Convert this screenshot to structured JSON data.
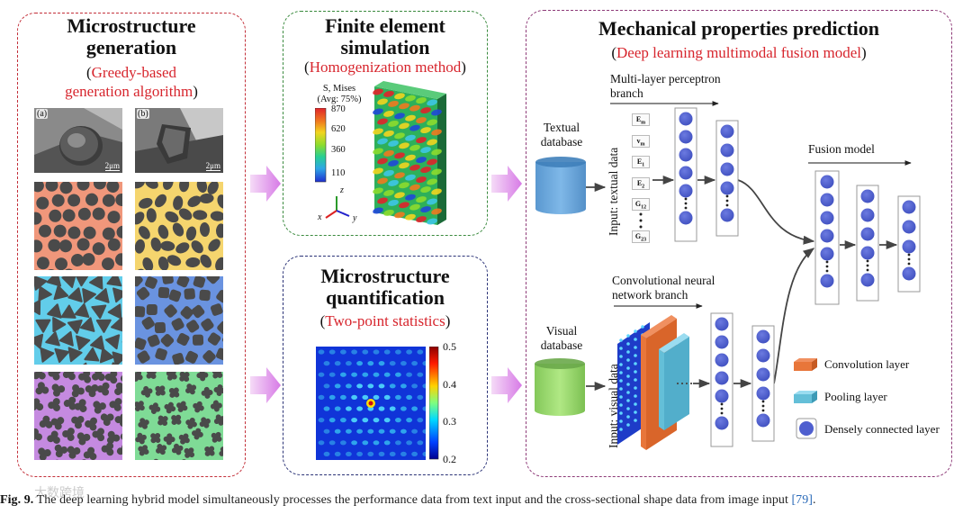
{
  "sections": {
    "gen": {
      "title_line1": "Microstructure",
      "title_line2": "generation",
      "sub_line1_pre": "(",
      "sub_line1_red": "Greedy-based",
      "sub_line2_red": "generation algorithm",
      "sub_line2_post": ")",
      "sem_a_tag": "(a)",
      "sem_b_tag": "(b)",
      "sem_scale": "2μm",
      "panel_colors": [
        "#f0977b",
        "#f5d56e",
        "#62cdea",
        "#6a93e0",
        "#c58ae0",
        "#7fdb96"
      ]
    },
    "fem": {
      "title_line1": "Finite element",
      "title_line2": "simulation",
      "sub_pre": "(",
      "sub_red": "Homogenization method",
      "sub_post": ")",
      "legend_title1": "S, Mises",
      "legend_title2": "(Avg: 75%)",
      "legend_ticks": [
        "870",
        "620",
        "360",
        "110"
      ],
      "axis_x": "x",
      "axis_y": "y",
      "axis_z": "z"
    },
    "quant": {
      "title_line1": "Microstructure",
      "title_line2": "quantification",
      "sub_pre": "(",
      "sub_red": "Two-point statistics",
      "sub_post": ")",
      "colorbar_ticks": [
        "0.5",
        "0.4",
        "0.3",
        "0.2"
      ]
    },
    "pred": {
      "title": "Mechanical properties prediction",
      "sub_pre": "(",
      "sub_red": "Deep learning multimodal fusion model",
      "sub_post": ")",
      "mlp_label_line1": "Multi-layer perceptron",
      "mlp_label_line2": "branch",
      "cnn_label_line1": "Convolutional neural",
      "cnn_label_line2": "network branch",
      "fusion_label": "Fusion model",
      "textual_db_line1": "Textual",
      "textual_db_line2": "database",
      "visual_db_line1": "Visual",
      "visual_db_line2": "database",
      "input_textual": "Input: textual data",
      "input_visual": "Input: visual data",
      "params": [
        "Em",
        "vm",
        "E1",
        "E2",
        "G12",
        "G23"
      ],
      "legend": {
        "conv": "Convolution layer",
        "pool": "Pooling layer",
        "dense": "Densely connected layer"
      },
      "colors": {
        "neuron": "#4f5fcf",
        "textual_db": "#6aa7dc",
        "visual_db": "#98d66b",
        "conv": "#e8763a",
        "pool": "#64bfd8"
      }
    }
  },
  "caption": {
    "figure_no": "Fig. 9.",
    "text": "The deep learning hybrid model simultaneously processes the performance data from text input and the cross-sectional shape data from image input",
    "ref": "[79]",
    "end": "."
  },
  "watermark": "大数跨境"
}
